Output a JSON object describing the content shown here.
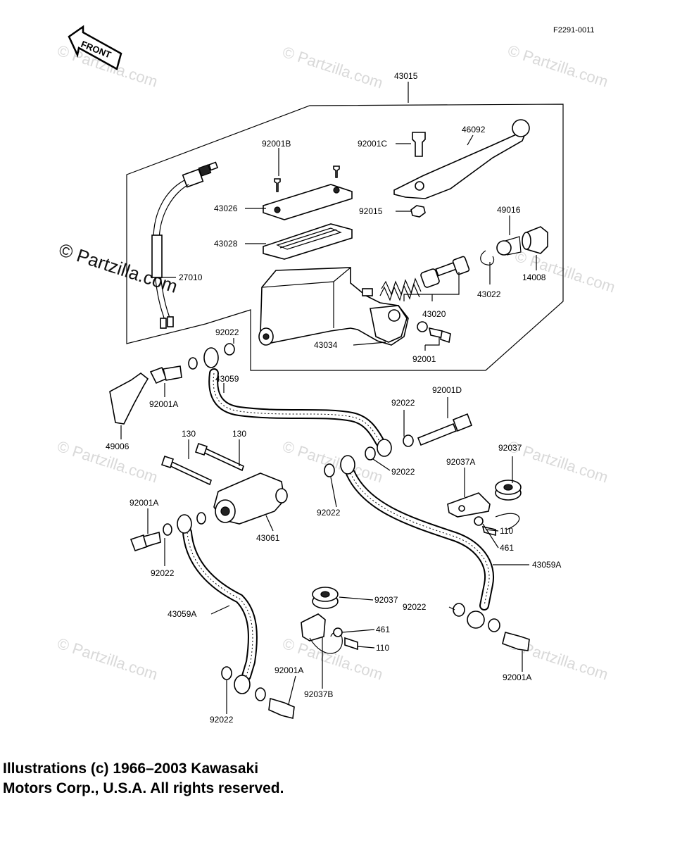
{
  "figure_code": "F2291-0011",
  "front_label": "FRONT",
  "watermarks": [
    "© Partzilla.com"
  ],
  "copyright": {
    "line1": "Illustrations (c) 1966–2003 Kawasaki",
    "line2": "Motors Corp., U.S.A.  All rights reserved."
  },
  "callouts": {
    "c43015": "43015",
    "c92001B": "92001B",
    "c92001C": "92001C",
    "c46092": "46092",
    "c43026": "43026",
    "c92015": "92015",
    "c49016": "49016",
    "c43028": "43028",
    "c27010": "27010",
    "c43022": "43022",
    "c14008": "14008",
    "c43020": "43020",
    "c92022a": "92022",
    "c43034": "43034",
    "c92001": "92001",
    "c43059": "43059",
    "c92001A_a": "92001A",
    "c92022b": "92022",
    "c92001D": "92001D",
    "c49006": "49006",
    "c130a": "130",
    "c130b": "130",
    "c92022c": "92022",
    "c92037a": "92037",
    "c92037A": "92037A",
    "c92022d": "92022",
    "c92001A_b": "92001A",
    "c43061": "43061",
    "c110a": "110",
    "c461a": "461",
    "c92022e": "92022",
    "c43059A_a": "43059A",
    "c92037b": "92037",
    "c92022f": "92022",
    "c43059A_b": "43059A",
    "c461b": "461",
    "c110b": "110",
    "c92001A_c": "92001A",
    "c92001A_d": "92001A",
    "c92037B": "92037B",
    "c92022g": "92022"
  }
}
